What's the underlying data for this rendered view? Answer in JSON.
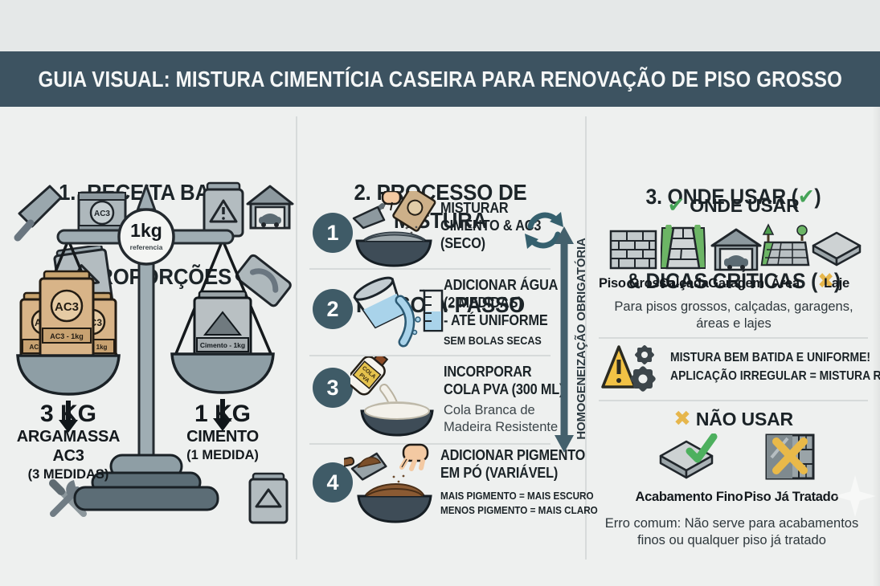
{
  "title": "GUIA VISUAL: MISTURA CIMENTÍCIA CASEIRA PARA RENOVAÇÃO DE PISO GROSSO",
  "glyphs": {
    "check": "✔",
    "cross": "✖"
  },
  "colors": {
    "banner": "#3d5361",
    "accent": "#3f5b67",
    "green": "#45a357",
    "yellow": "#e6b64c"
  },
  "col1": {
    "heading1": "1.  RECEITA BASE",
    "heading2": "& PROPORÇÕES",
    "ref_value": "1kg",
    "ref_caption": "referencia",
    "ac3_stamp": "AC3",
    "ac3_bag_label": "AC3 - 1kg",
    "cement_bag_label": "Cimento - 1kg",
    "ac3_drum_label": "AC3",
    "left_value": "3 KG",
    "left_name": "ARGAMASSA AC3",
    "left_note": "(3 MEDIDAS)",
    "right_value": "1 KG",
    "right_name": "CIMENTO",
    "right_note": "(1 MEDIDA)"
  },
  "col2": {
    "heading1": "2. PROCESSO DE MISTURA",
    "heading2": "PASSO-A-PASSO",
    "side_label": "HOMOGENEIZAÇÃO OBRIGATÓRIA",
    "glue_label_1": "COLA",
    "glue_label_2": "PVA",
    "steps": [
      {
        "num": "1",
        "l1": "MISTURAR",
        "l2": "CIMENTO & AC3",
        "l3": "(SECO)"
      },
      {
        "num": "2",
        "l1": "ADICIONAR ÁGUA",
        "l2": "(2 MEDIDAS)",
        "l3": "- ATÉ UNIFORME",
        "sub1": "SEM BOLAS SECAS"
      },
      {
        "num": "3",
        "l1": "INCORPORAR",
        "l2": "COLA PVA (300 ML)",
        "sub1": "Cola Branca de",
        "sub2": "Madeira Resistente"
      },
      {
        "num": "4",
        "l1": "ADICIONAR PIGMENTO",
        "l2": "EM PÓ (VARIÁVEL)",
        "sub1": "MAIS PIGMENTO = MAIS ESCURO",
        "sub2": "MENOS PIGMENTO = MAIS CLARO"
      }
    ]
  },
  "col3": {
    "heading1_pre": "3. ONDE USAR (",
    "heading1_post": ")",
    "heading2_pre": "& DICAS CRÍTICAS (",
    "heading2_post": ")",
    "where_title": "ONDE USAR",
    "where_items": [
      {
        "label": "Piso Grosso"
      },
      {
        "label": "Calçada"
      },
      {
        "label": "Garagem"
      },
      {
        "label": "Área"
      },
      {
        "label": "Laje"
      }
    ],
    "where_caption": "Para pisos grossos, calçadas, garagens, áreas e lajes",
    "warn1": "MISTURA BEM BATIDA E UNIFORME!",
    "warn2": "APLICAÇÃO IRREGULAR = MISTURA RUIM",
    "not_title": "NÃO USAR",
    "not_items": [
      {
        "label": "Acabamento Fino"
      },
      {
        "label": "Piso Já Tratado"
      }
    ],
    "not_caption": "Erro comum: Não serve para acabamentos finos ou qualquer piso já tratado"
  }
}
